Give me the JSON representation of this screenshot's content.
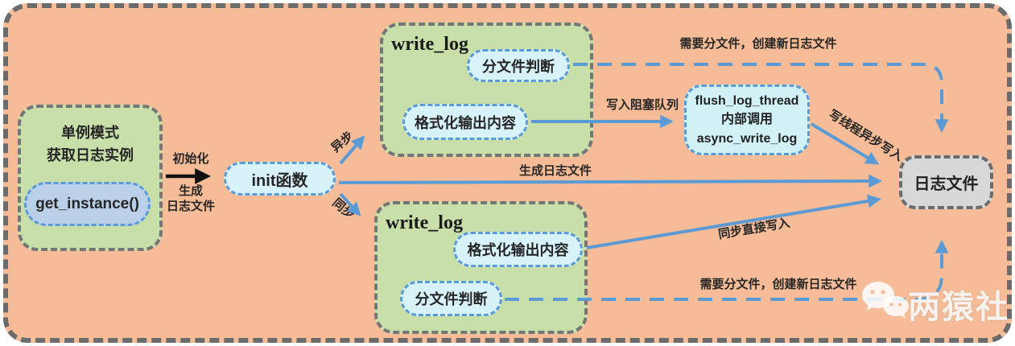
{
  "colors": {
    "background": "#F6BC97",
    "panel_green": "#C9DFA9",
    "capsule_blue_fill": "#D8F2FA",
    "instance_fill": "#B9D0E8",
    "flush_fill": "#D2F1F6",
    "log_file_fill": "#D8D8D8",
    "accent_blue": "#5B9BD5",
    "border_gray": "#6B6B6B",
    "text_dark": "#262626",
    "watermark_white": "rgba(255,255,255,0.85)"
  },
  "singleton": {
    "title_line1": "单例模式",
    "title_line2": "获取日志实例",
    "method": "get_instance()"
  },
  "init_edge": {
    "top_label": "初始化",
    "bottom_line1": "生成",
    "bottom_line2": "日志文件"
  },
  "init_node": {
    "label": "init函数"
  },
  "branches": {
    "async": "异步",
    "sync": "同步"
  },
  "write_log_async": {
    "title": "write_log",
    "split_check": "分文件判断",
    "format_output": "格式化输出内容"
  },
  "write_log_sync": {
    "title": "write_log",
    "format_output": "格式化输出内容",
    "split_check": "分文件判断"
  },
  "flush_thread": {
    "line1": "flush_log_thread",
    "line2": "内部调用",
    "line3": "async_write_log"
  },
  "log_file": {
    "label": "日志文件"
  },
  "edge_labels": {
    "write_queue": "写入阻塞队列",
    "async_thread_write": "写线程异步写入",
    "generate_log": "生成日志文件",
    "sync_direct_write": "同步直接写入",
    "split_top": "需要分文件，创建新日志文件",
    "split_bottom": "需要分文件，创建新日志文件"
  },
  "watermark": {
    "text": "两猿社"
  }
}
